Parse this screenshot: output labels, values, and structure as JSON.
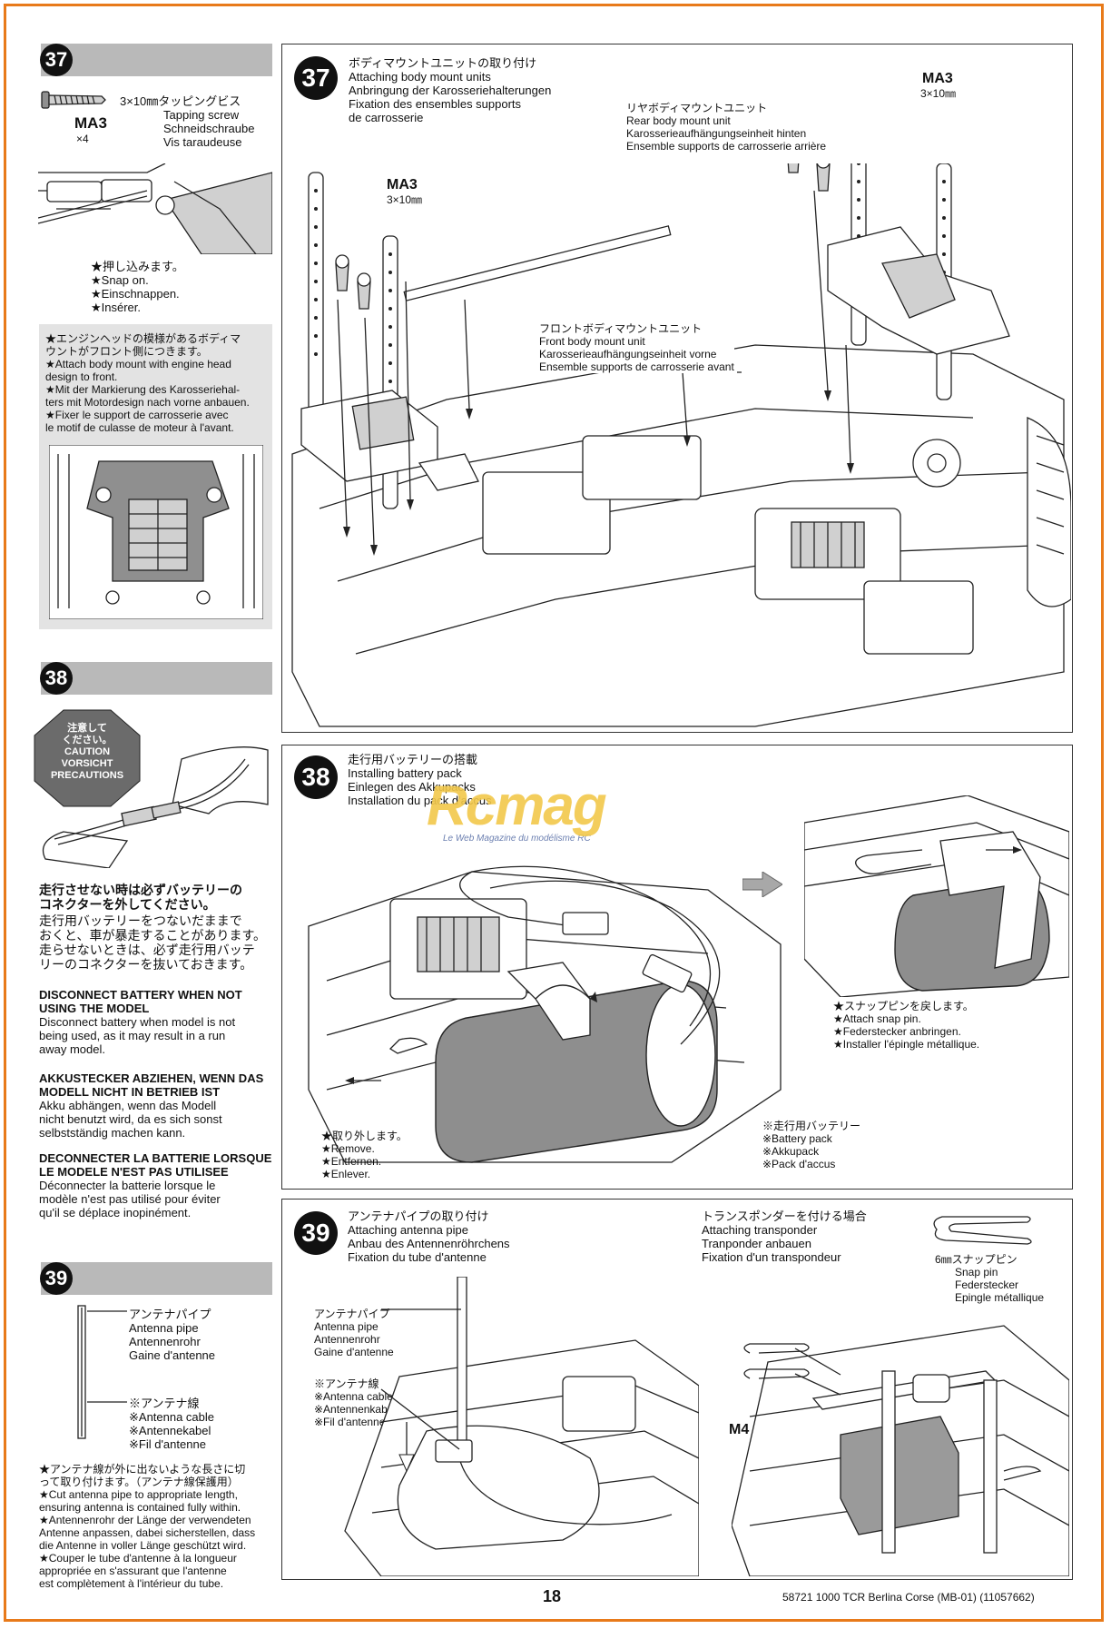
{
  "left": {
    "s37": {
      "num": "37",
      "screw_code": "MA3",
      "screw_qty": "×4",
      "screw_desc": [
        "3×10㎜タッピングビス",
        "Tapping screw",
        "Schneidschraube",
        "Vis taraudeuse"
      ],
      "snap_note": [
        "★押し込みます。",
        "★Snap on.",
        "★Einschnappen.",
        "★Insérer."
      ],
      "engine_note": [
        "★エンジンヘッドの模様があるボディマ",
        "ウントがフロント側につきます。",
        "★Attach body mount with engine head",
        "design to front.",
        "★Mit der Markierung des Karosseriehal-",
        "ters mit Motordesign nach vorne anbauen.",
        "★Fixer le support de carrosserie avec",
        "le motif de culasse de moteur à l'avant."
      ]
    },
    "s38": {
      "num": "38",
      "caution": [
        "注意して",
        "ください。",
        "CAUTION",
        "VORSICHT",
        "PRECAUTIONS"
      ],
      "jp_bold": [
        "走行させない時は必ずバッテリーの",
        "コネクターを外してください。"
      ],
      "jp_body": [
        "走行用バッテリーをつないだままで",
        "おくと、車が暴走することがあります。",
        "走らせないときは、必ず走行用バッテ",
        "リーのコネクターを抜いておきます。"
      ],
      "en_head": [
        "DISCONNECT BATTERY WHEN NOT",
        "USING THE MODEL"
      ],
      "en_body": [
        "Disconnect battery when model is not",
        "being used, as it may result in a run",
        "away model."
      ],
      "de_head": [
        "AKKUSTECKER ABZIEHEN, WENN DAS",
        "MODELL NICHT IN BETRIEB IST"
      ],
      "de_body": [
        "Akku abhängen, wenn das Modell",
        "nicht benutzt wird, da es sich sonst",
        "selbstständig machen kann."
      ],
      "fr_head": [
        "DECONNECTER LA BATTERIE LORSQUE",
        "LE MODELE N'EST PAS UTILISEE"
      ],
      "fr_body": [
        "Déconnecter la batterie lorsque le",
        "modèle n'est pas utilisé pour éviter",
        "qu'il se déplace inopinément."
      ]
    },
    "s39": {
      "num": "39",
      "pipe": [
        "アンテナパイプ",
        "Antenna pipe",
        "Antennenrohr",
        "Gaine d'antenne"
      ],
      "cable": [
        "※アンテナ線",
        "※Antenna cable",
        "※Antennekabel",
        "※Fil d'antenne"
      ],
      "note": [
        "★アンテナ線が外に出ないような長さに切",
        "って取り付けます。（アンテナ線保護用）",
        "★Cut antenna pipe to appropriate length,",
        "ensuring antenna is contained fully within.",
        "★Antennenrohr der Länge der verwendeten",
        "Antenne anpassen, dabei sicherstellen, dass",
        "die Antenne in voller Länge geschützt wird.",
        "★Couper le tube d'antenne à la longueur",
        "appropriée en s'assurant que l'antenne",
        "est complètement à l'intérieur du tube."
      ]
    }
  },
  "p37": {
    "num": "37",
    "title": [
      "ボディマウントユニットの取り付け",
      "Attaching body mount units",
      "Anbringung der Karosseriehalterungen",
      "Fixation des ensembles supports",
      "de carrosserie"
    ],
    "ma3_left": {
      "code": "MA3",
      "size": "3×10㎜"
    },
    "ma3_right": {
      "code": "MA3",
      "size": "3×10㎜"
    },
    "rear": [
      "リヤボディマウントユニット",
      "Rear body mount unit",
      "Karosserieaufhängungseinheit hinten",
      "Ensemble supports de carrosserie arrière"
    ],
    "front": [
      "フロントボディマウントユニット",
      "Front body mount unit",
      "Karosserieaufhängungseinheit vorne",
      "Ensemble supports de carrosserie avant"
    ]
  },
  "p38": {
    "num": "38",
    "title": [
      "走行用バッテリーの搭載",
      "Installing battery pack",
      "Einlegen des Akkupacks",
      "Installation du pack d'accus"
    ],
    "remove": [
      "★取り外します。",
      "★Remove.",
      "★Entfernen.",
      "★Enlever."
    ],
    "battery": [
      "※走行用バッテリー",
      "※Battery pack",
      "※Akkupack",
      "※Pack d'accus"
    ],
    "snap_pin": [
      "★スナップピンを戻します。",
      "★Attach snap pin.",
      "★Federstecker anbringen.",
      "★Installer l'épingle métallique."
    ],
    "watermark": "Rcmag",
    "watermark_sub": "Le Web Magazine du modélisme RC"
  },
  "p39": {
    "num": "39",
    "title": [
      "アンテナパイプの取り付け",
      "Attaching antenna pipe",
      "Anbau des Antennenröhrchens",
      "Fixation du tube d'antenne"
    ],
    "pipe": [
      "アンテナパイプ",
      "Antenna pipe",
      "Antennenrohr",
      "Gaine d'antenne"
    ],
    "cable": [
      "※アンテナ線",
      "※Antenna cable",
      "※Antennenkabel",
      "※Fil d'antenne"
    ],
    "transponder": [
      "トランスポンダーを付ける場合",
      "Attaching transponder",
      "Tranponder anbauen",
      "Fixation d'un transpondeur"
    ],
    "snap": [
      "6㎜スナップピン",
      "Snap pin",
      "Federstecker",
      "Epingle métallique"
    ],
    "m4": "M4"
  },
  "footer": {
    "page": "18",
    "code": "58721 1000 TCR Berlina Corse (MB-01) (11057662)"
  }
}
